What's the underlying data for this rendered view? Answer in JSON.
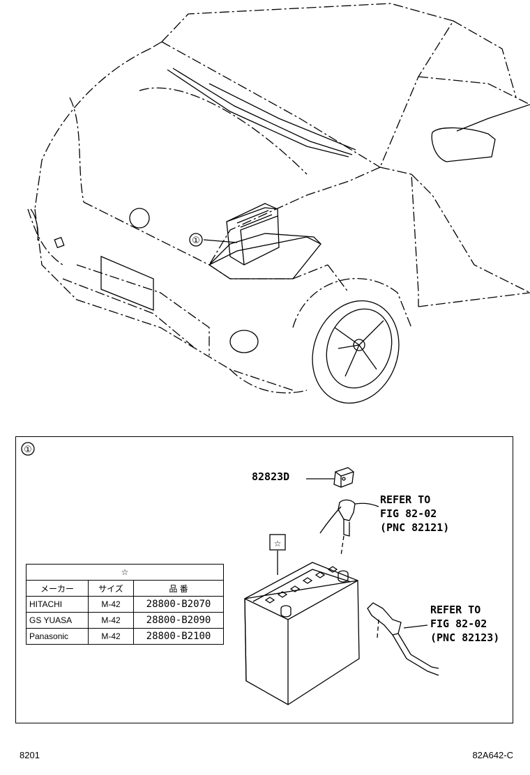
{
  "callout": {
    "number": "①"
  },
  "detail": {
    "number": "①",
    "star_box": "☆",
    "part_cover": "82823D",
    "refer_1": {
      "line1": "REFER TO",
      "line2": "FIG 82-02",
      "line3": "(PNC 82121)"
    },
    "refer_2": {
      "line1": "REFER TO",
      "line2": "FIG 82-02",
      "line3": "(PNC 82123)"
    }
  },
  "spec_table": {
    "star_header": "☆",
    "headers": [
      "メーカー",
      "サイズ",
      "品 番"
    ],
    "rows": [
      {
        "maker": "HITACHI",
        "size": "M-42",
        "part": "28800-B2070"
      },
      {
        "maker": "GS YUASA",
        "size": "M-42",
        "part": "28800-B2090"
      },
      {
        "maker": "Panasonic",
        "size": "M-42",
        "part": "28800-B2100"
      }
    ]
  },
  "footer": {
    "left": "8201",
    "right": "82A642-C"
  }
}
